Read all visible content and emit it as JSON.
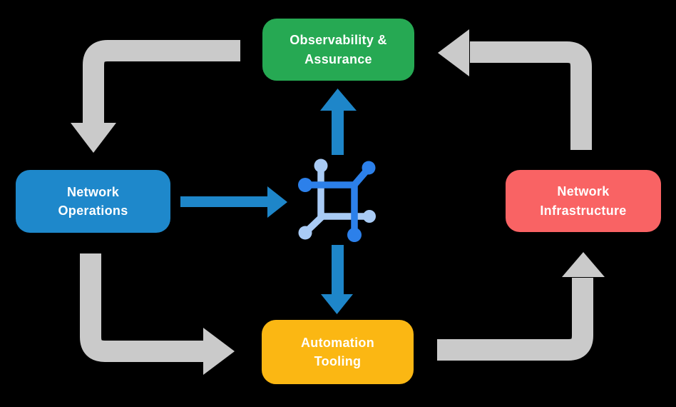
{
  "diagram": {
    "background_color": "#000000",
    "boxes": [
      {
        "id": "observability",
        "label": "Observability &\nAssurance",
        "color": "#26A953",
        "text_color": "#FFFFFF",
        "position": "top"
      },
      {
        "id": "operations",
        "label": "Network\nOperations",
        "color": "#1E88CB",
        "text_color": "#FFFFFF",
        "position": "left"
      },
      {
        "id": "infrastructure",
        "label": "Network\nInfrastructure",
        "color": "#F96364",
        "text_color": "#FFFFFF",
        "position": "right"
      },
      {
        "id": "automation",
        "label": "Automation\nTooling",
        "color": "#FBB713",
        "text_color": "#FFFFFF",
        "position": "bottom"
      }
    ],
    "center_icon": {
      "name": "network-core-icon",
      "color_primary": "#2C80EA",
      "color_secondary": "#A9CBF5"
    },
    "colors": {
      "cycle_arrow_gray": "#CACACA",
      "flow_arrow_blue": "#1E86C9"
    },
    "flows": {
      "outer_cycle_gray": [
        {
          "from": "observability",
          "to": "operations"
        },
        {
          "from": "operations",
          "to": "automation"
        },
        {
          "from": "automation",
          "to": "infrastructure"
        },
        {
          "from": "infrastructure",
          "to": "observability"
        }
      ],
      "core_blue": [
        {
          "from": "operations",
          "to": "center-icon"
        },
        {
          "from": "center-icon",
          "to": "observability"
        },
        {
          "from": "center-icon",
          "to": "automation"
        }
      ]
    }
  }
}
